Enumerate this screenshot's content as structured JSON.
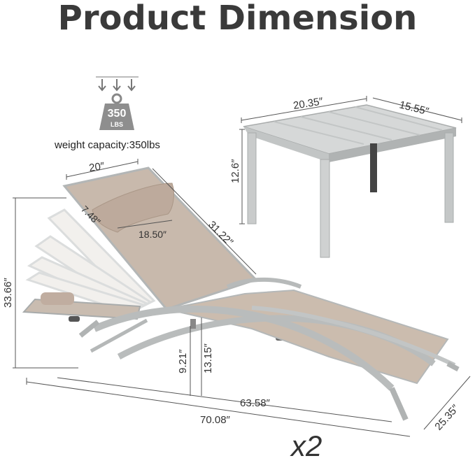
{
  "title": "Product Dimension",
  "weight": {
    "value": "350",
    "unit": "LBS",
    "label": "weight capacity:350lbs"
  },
  "table": {
    "width": "20.35″",
    "depth": "15.55″",
    "height": "12.6″"
  },
  "lounger": {
    "backrest_width": "20″",
    "pillow_height": "7.48″",
    "pillow_width": "18.50″",
    "backrest_length": "31.22″",
    "max_height": "33.66″",
    "seat_height": "9.21″",
    "seat_height_2": "13.15″",
    "inner_length": "63.58″",
    "total_length": "70.08″",
    "width": "25.35″"
  },
  "quantity": "x2",
  "colors": {
    "frame": "#b9bcbc",
    "fabric": "#c9b9ab",
    "line": "#555555"
  }
}
